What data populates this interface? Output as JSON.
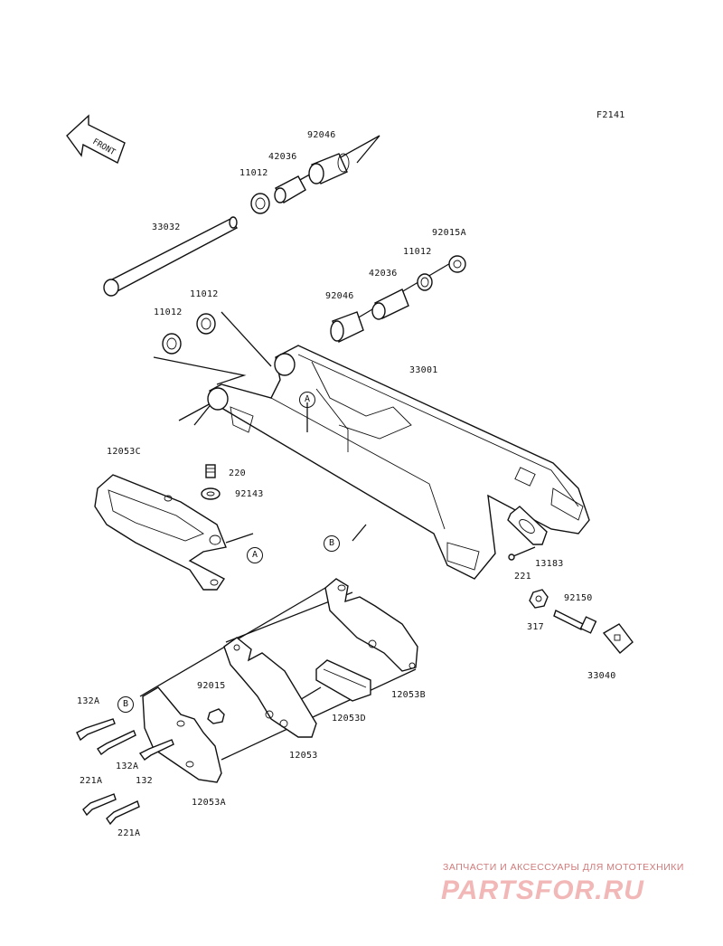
{
  "figure_code": "F2141",
  "front_arrow_label": "FRONT",
  "parts": [
    {
      "id": "p92046a",
      "label": "92046"
    },
    {
      "id": "p42036a",
      "label": "42036"
    },
    {
      "id": "p11012a",
      "label": "11012"
    },
    {
      "id": "p33032",
      "label": "33032"
    },
    {
      "id": "p92015A",
      "label": "92015A"
    },
    {
      "id": "p11012b",
      "label": "11012"
    },
    {
      "id": "p42036b",
      "label": "42036"
    },
    {
      "id": "p92046b",
      "label": "92046"
    },
    {
      "id": "p11012c",
      "label": "11012"
    },
    {
      "id": "p11012d",
      "label": "11012"
    },
    {
      "id": "p33001",
      "label": "33001"
    },
    {
      "id": "p12053C",
      "label": "12053C"
    },
    {
      "id": "p220",
      "label": "220"
    },
    {
      "id": "p92143",
      "label": "92143"
    },
    {
      "id": "p221",
      "label": "221"
    },
    {
      "id": "p13183",
      "label": "13183"
    },
    {
      "id": "p92150",
      "label": "92150"
    },
    {
      "id": "p317",
      "label": "317"
    },
    {
      "id": "p33040",
      "label": "33040"
    },
    {
      "id": "p132A_1",
      "label": "132A"
    },
    {
      "id": "p92015",
      "label": "92015"
    },
    {
      "id": "p12053B",
      "label": "12053B"
    },
    {
      "id": "p12053D",
      "label": "12053D"
    },
    {
      "id": "p132A_2",
      "label": "132A"
    },
    {
      "id": "p132",
      "label": "132"
    },
    {
      "id": "p12053",
      "label": "12053"
    },
    {
      "id": "p221A_1",
      "label": "221A"
    },
    {
      "id": "p12053A",
      "label": "12053A"
    },
    {
      "id": "p221A_2",
      "label": "221A"
    }
  ],
  "refs": [
    {
      "id": "refA1",
      "label": "A"
    },
    {
      "id": "refA2",
      "label": "A"
    },
    {
      "id": "refB1",
      "label": "B"
    },
    {
      "id": "refB2",
      "label": "B"
    }
  ],
  "watermark": {
    "tagline": "ЗАПЧАСТИ И АКСЕССУАРЫ ДЛЯ МОТОТЕХНИКИ",
    "logo": "PARTSFOR.RU"
  }
}
